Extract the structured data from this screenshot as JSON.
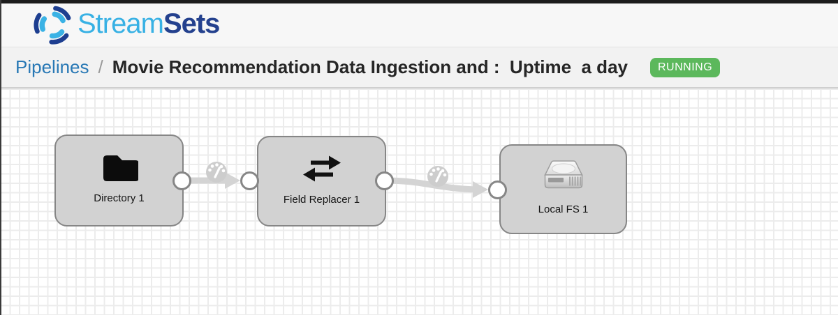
{
  "app": {
    "brand_primary": "Stream",
    "brand_secondary": "Sets",
    "logo_icon": "streamsets-swirl-icon"
  },
  "breadcrumb": {
    "link_label": "Pipelines",
    "separator": "/",
    "pipeline_title": "Movie Recommendation Data Ingestion and :  Uptime  a day",
    "status": "RUNNING"
  },
  "pipeline": {
    "stages": [
      {
        "label": "Directory 1",
        "icon": "folder-icon"
      },
      {
        "label": "Field Replacer 1",
        "icon": "swap-arrows-icon"
      },
      {
        "label": "Local FS 1",
        "icon": "hard-drive-icon"
      }
    ],
    "connections": [
      {
        "from": "Directory 1",
        "to": "Field Replacer 1",
        "metric_icon": "gauge-icon"
      },
      {
        "from": "Field Replacer 1",
        "to": "Local FS 1",
        "metric_icon": "gauge-icon"
      }
    ]
  },
  "colors": {
    "brand_light_blue": "#38b1e4",
    "brand_dark_blue": "#24418e",
    "link_blue": "#2878b5",
    "status_running_green": "#5cb85c",
    "node_fill": "#d2d2d2",
    "node_border": "#868686",
    "connection_gray": "#d4d4d4",
    "top_bar_black": "#1c1c1c"
  }
}
